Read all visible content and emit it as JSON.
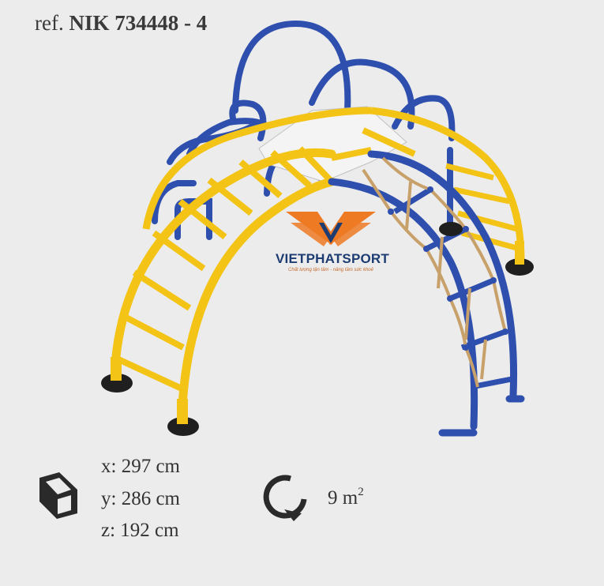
{
  "header": {
    "ref_prefix": "ref.",
    "ref_code": "NIK 734448 - 4"
  },
  "brand": {
    "name": "VIETPHATSPORT",
    "slogan": "Chất lượng tận tâm - nâng tầm sức khoẻ"
  },
  "dimensions": {
    "x": "x: 297 cm",
    "y": "y: 286 cm",
    "z": "z: 192 cm"
  },
  "area": {
    "value": "9 m",
    "unit_sup": "2"
  },
  "icons": {
    "box": "dimensions-box-icon",
    "rotate": "rotation-area-icon"
  },
  "colors": {
    "background": "#ececec",
    "frame_yellow": "#f3c315",
    "frame_blue": "#2e4fae",
    "rope": "#c8a06a",
    "logo_orange": "#ef7a24",
    "logo_navy": "#1d3c72"
  }
}
